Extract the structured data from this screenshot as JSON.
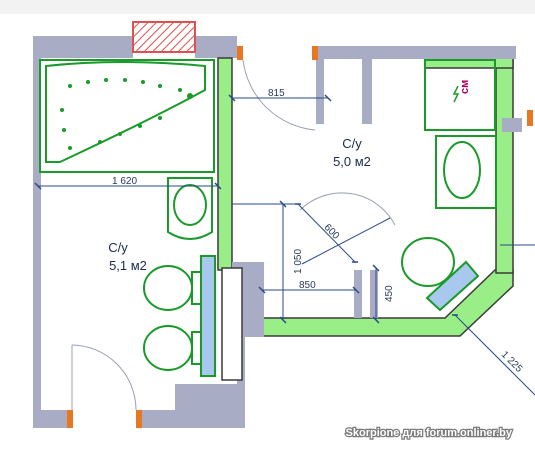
{
  "rooms": [
    {
      "name": "С/у",
      "area": "5,1 м2"
    },
    {
      "name": "С/у",
      "area": "5,0 м2"
    }
  ],
  "dimensions": {
    "d815": "815",
    "d1620": "1 620",
    "d600": "600",
    "d1050": "1 050",
    "d850": "850",
    "d450": "450",
    "d1225": "1 225"
  },
  "water_heater_label": "см",
  "watermark": "Skorpione для forum.onliner.by",
  "colors": {
    "wall": "#a8acc4",
    "new_wall": "#99ee88",
    "fixture": "#1a9a2a",
    "dimension": "#2a4a8a",
    "door_frame": "#e87722",
    "counter": "#a8c8ee"
  }
}
